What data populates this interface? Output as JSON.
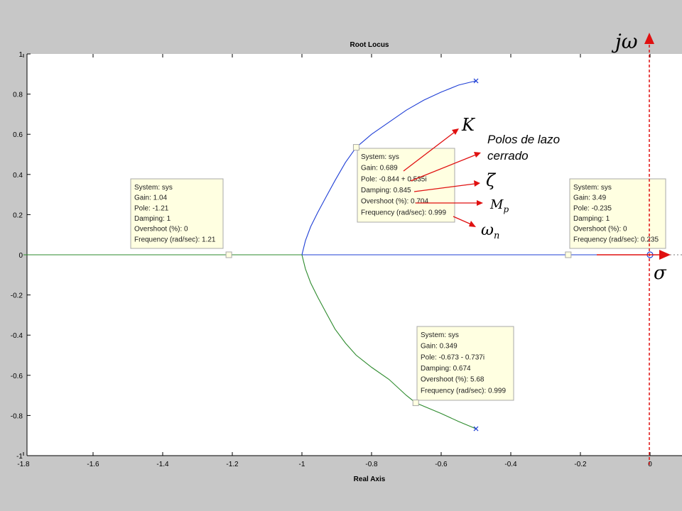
{
  "chart_data": {
    "type": "line",
    "title": "Root Locus",
    "xlabel": "Real Axis",
    "ylabel": "",
    "xlim": [
      -1.8,
      0.1
    ],
    "ylim": [
      -1,
      1
    ],
    "x_ticks": [
      "-1.8",
      "-1.6",
      "-1.4",
      "-1.2",
      "-1",
      "-0.8",
      "-0.6",
      "-0.4",
      "-0.2",
      "0"
    ],
    "y_ticks": [
      "1",
      "0.8",
      "0.6",
      "0.4",
      "0.2",
      "0",
      "-0.2",
      "-0.4",
      "-0.6",
      "-0.8",
      "-1"
    ],
    "series": [
      {
        "color": "#1f3fd6",
        "points": [
          [
            -1.0,
            0.0
          ],
          [
            -0.99,
            0.07
          ],
          [
            -0.975,
            0.14
          ],
          [
            -0.955,
            0.21
          ],
          [
            -0.93,
            0.29
          ],
          [
            -0.905,
            0.37
          ],
          [
            -0.875,
            0.46
          ],
          [
            -0.844,
            0.535
          ],
          [
            -0.8,
            0.6
          ],
          [
            -0.75,
            0.66
          ],
          [
            -0.7,
            0.72
          ],
          [
            -0.65,
            0.77
          ],
          [
            -0.6,
            0.81
          ],
          [
            -0.55,
            0.845
          ],
          [
            -0.5,
            0.866
          ]
        ]
      },
      {
        "color": "#2e8b2e",
        "points": [
          [
            -1.0,
            0.0
          ],
          [
            -0.99,
            -0.07
          ],
          [
            -0.975,
            -0.14
          ],
          [
            -0.955,
            -0.21
          ],
          [
            -0.93,
            -0.29
          ],
          [
            -0.905,
            -0.37
          ],
          [
            -0.875,
            -0.44
          ],
          [
            -0.844,
            -0.5
          ],
          [
            -0.8,
            -0.56
          ],
          [
            -0.75,
            -0.62
          ],
          [
            -0.7,
            -0.7
          ],
          [
            -0.673,
            -0.737
          ],
          [
            -0.6,
            -0.79
          ],
          [
            -0.55,
            -0.83
          ],
          [
            -0.5,
            -0.866
          ]
        ]
      },
      {
        "color": "#2e8b2e",
        "points": [
          [
            -1.8,
            0.0
          ],
          [
            -1.0,
            0.0
          ]
        ]
      },
      {
        "color": "#1f3fd6",
        "points": [
          [
            -1.0,
            0.0
          ],
          [
            0.0,
            0.0
          ]
        ]
      }
    ],
    "open_loop_poles": [
      [
        -0.5,
        0.866
      ],
      [
        -0.5,
        -0.866
      ]
    ],
    "zeros": [
      [
        0.0,
        0.0
      ]
    ],
    "datatips": [
      {
        "x": -1.21,
        "y": 0.0,
        "lines": [
          "System: sys",
          "Gain: 1.04",
          "Pole: -1.21",
          "Damping: 1",
          "Overshoot (%): 0",
          "Frequency (rad/sec): 1.21"
        ]
      },
      {
        "x": -0.844,
        "y": 0.535,
        "lines": [
          "System: sys",
          "Gain: 0.689",
          "Pole: -0.844 + 0.535i",
          "Damping: 0.845",
          "Overshoot (%): 0.704",
          "Frequency (rad/sec): 0.999"
        ]
      },
      {
        "x": -0.235,
        "y": 0.0,
        "lines": [
          "System: sys",
          "Gain: 3.49",
          "Pole: -0.235",
          "Damping: 1",
          "Overshoot (%): 0",
          "Frequency (rad/sec): 0.235"
        ]
      },
      {
        "x": -0.673,
        "y": -0.737,
        "lines": [
          "System: sys",
          "Gain: 0.349",
          "Pole: -0.673 - 0.737i",
          "Damping: 0.674",
          "Overshoot (%): 5.68",
          "Frequency (rad/sec): 0.999"
        ]
      }
    ],
    "grid": false,
    "legend": "none"
  },
  "annotations": {
    "k_label": "K",
    "polos_line1": "Polos de lazo",
    "polos_line2": "cerrado",
    "zeta": "ζ",
    "mp_main": "M",
    "mp_sub": "p",
    "wn_main": "ω",
    "wn_sub": "n",
    "jw_j": "j",
    "jw_w": "ω",
    "sigma": "σ"
  },
  "colors": {
    "annotation_arrows": "#e01010",
    "axis_overlay": "#e01010",
    "datatip_bg": "#ffffe1",
    "background": "#c7c7c7"
  }
}
